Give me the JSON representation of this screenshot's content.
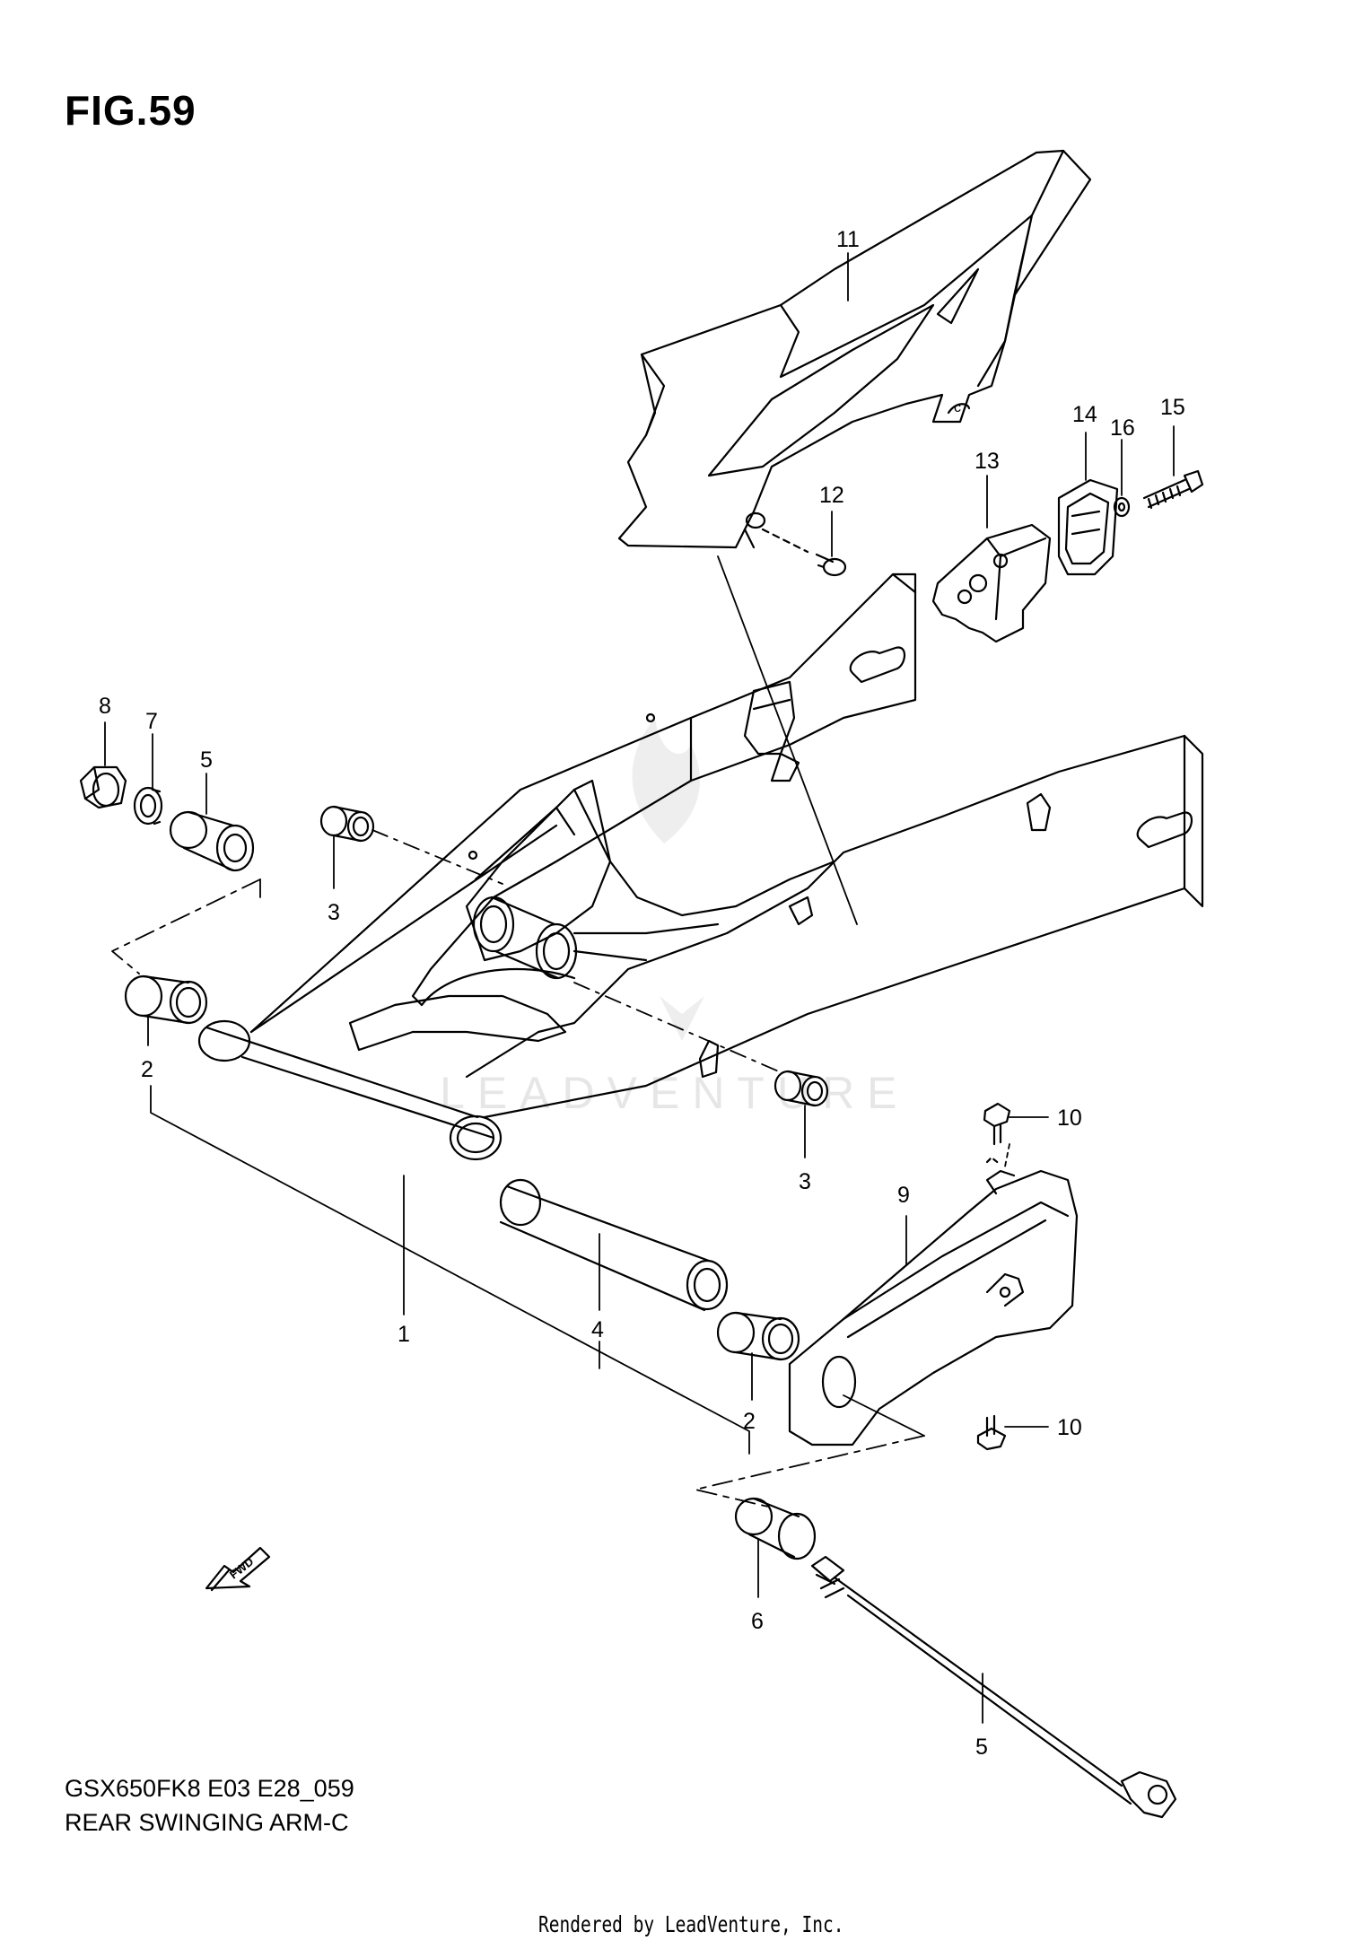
{
  "figure": {
    "title": "FIG.59",
    "model_code": "GSX650FK8 E03 E28_059",
    "section_name": "REAR SWINGING ARM-C",
    "credit": "Rendered by LeadVenture, Inc.",
    "watermark": "LEADVENTURE",
    "fwd_label": "FWD"
  },
  "callouts": [
    {
      "id": "c1",
      "label": "1"
    },
    {
      "id": "c2a",
      "label": "2"
    },
    {
      "id": "c2b",
      "label": "2"
    },
    {
      "id": "c3a",
      "label": "3"
    },
    {
      "id": "c3b",
      "label": "3"
    },
    {
      "id": "c4",
      "label": "4"
    },
    {
      "id": "c5a",
      "label": "5"
    },
    {
      "id": "c5b",
      "label": "5"
    },
    {
      "id": "c6",
      "label": "6"
    },
    {
      "id": "c7",
      "label": "7"
    },
    {
      "id": "c8",
      "label": "8"
    },
    {
      "id": "c9",
      "label": "9"
    },
    {
      "id": "c10a",
      "label": "10"
    },
    {
      "id": "c10b",
      "label": "10"
    },
    {
      "id": "c11",
      "label": "11"
    },
    {
      "id": "c12",
      "label": "12"
    },
    {
      "id": "c13",
      "label": "13"
    },
    {
      "id": "c14",
      "label": "14"
    },
    {
      "id": "c15",
      "label": "15"
    },
    {
      "id": "c16",
      "label": "16"
    }
  ]
}
